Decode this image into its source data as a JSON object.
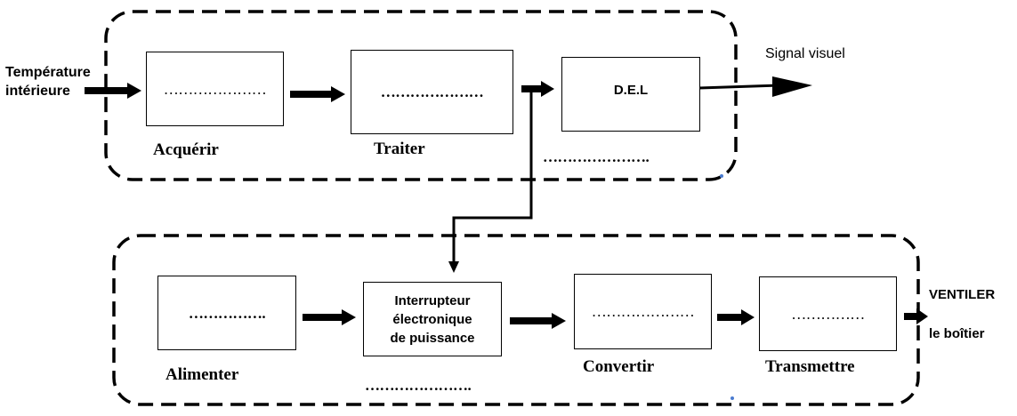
{
  "colors": {
    "stroke": "#000000",
    "background": "#ffffff",
    "marker": "#4a7bd0"
  },
  "chaine_information": {
    "input_label_line1": "Température",
    "input_label_line2": "intérieure",
    "box1_text": "…………………",
    "box2_text": "…………………",
    "box3_text": "D.E.L",
    "function1": "Acquérir",
    "function2": "Traiter",
    "function3_blank": "………………….",
    "output_label": "Signal visuel"
  },
  "chaine_energie": {
    "box1_text": "…………….",
    "box2_text_line1": "Interrupteur",
    "box2_text_line2": "électronique",
    "box2_text_line3": "de puissance",
    "box3_text": "…………………",
    "box4_text": "……………",
    "function1": "Alimenter",
    "function2_blank": "………………….",
    "function3": "Convertir",
    "function4": "Transmettre",
    "output_label_line1": "VENTILER",
    "output_label_line2": "le boîtier"
  }
}
